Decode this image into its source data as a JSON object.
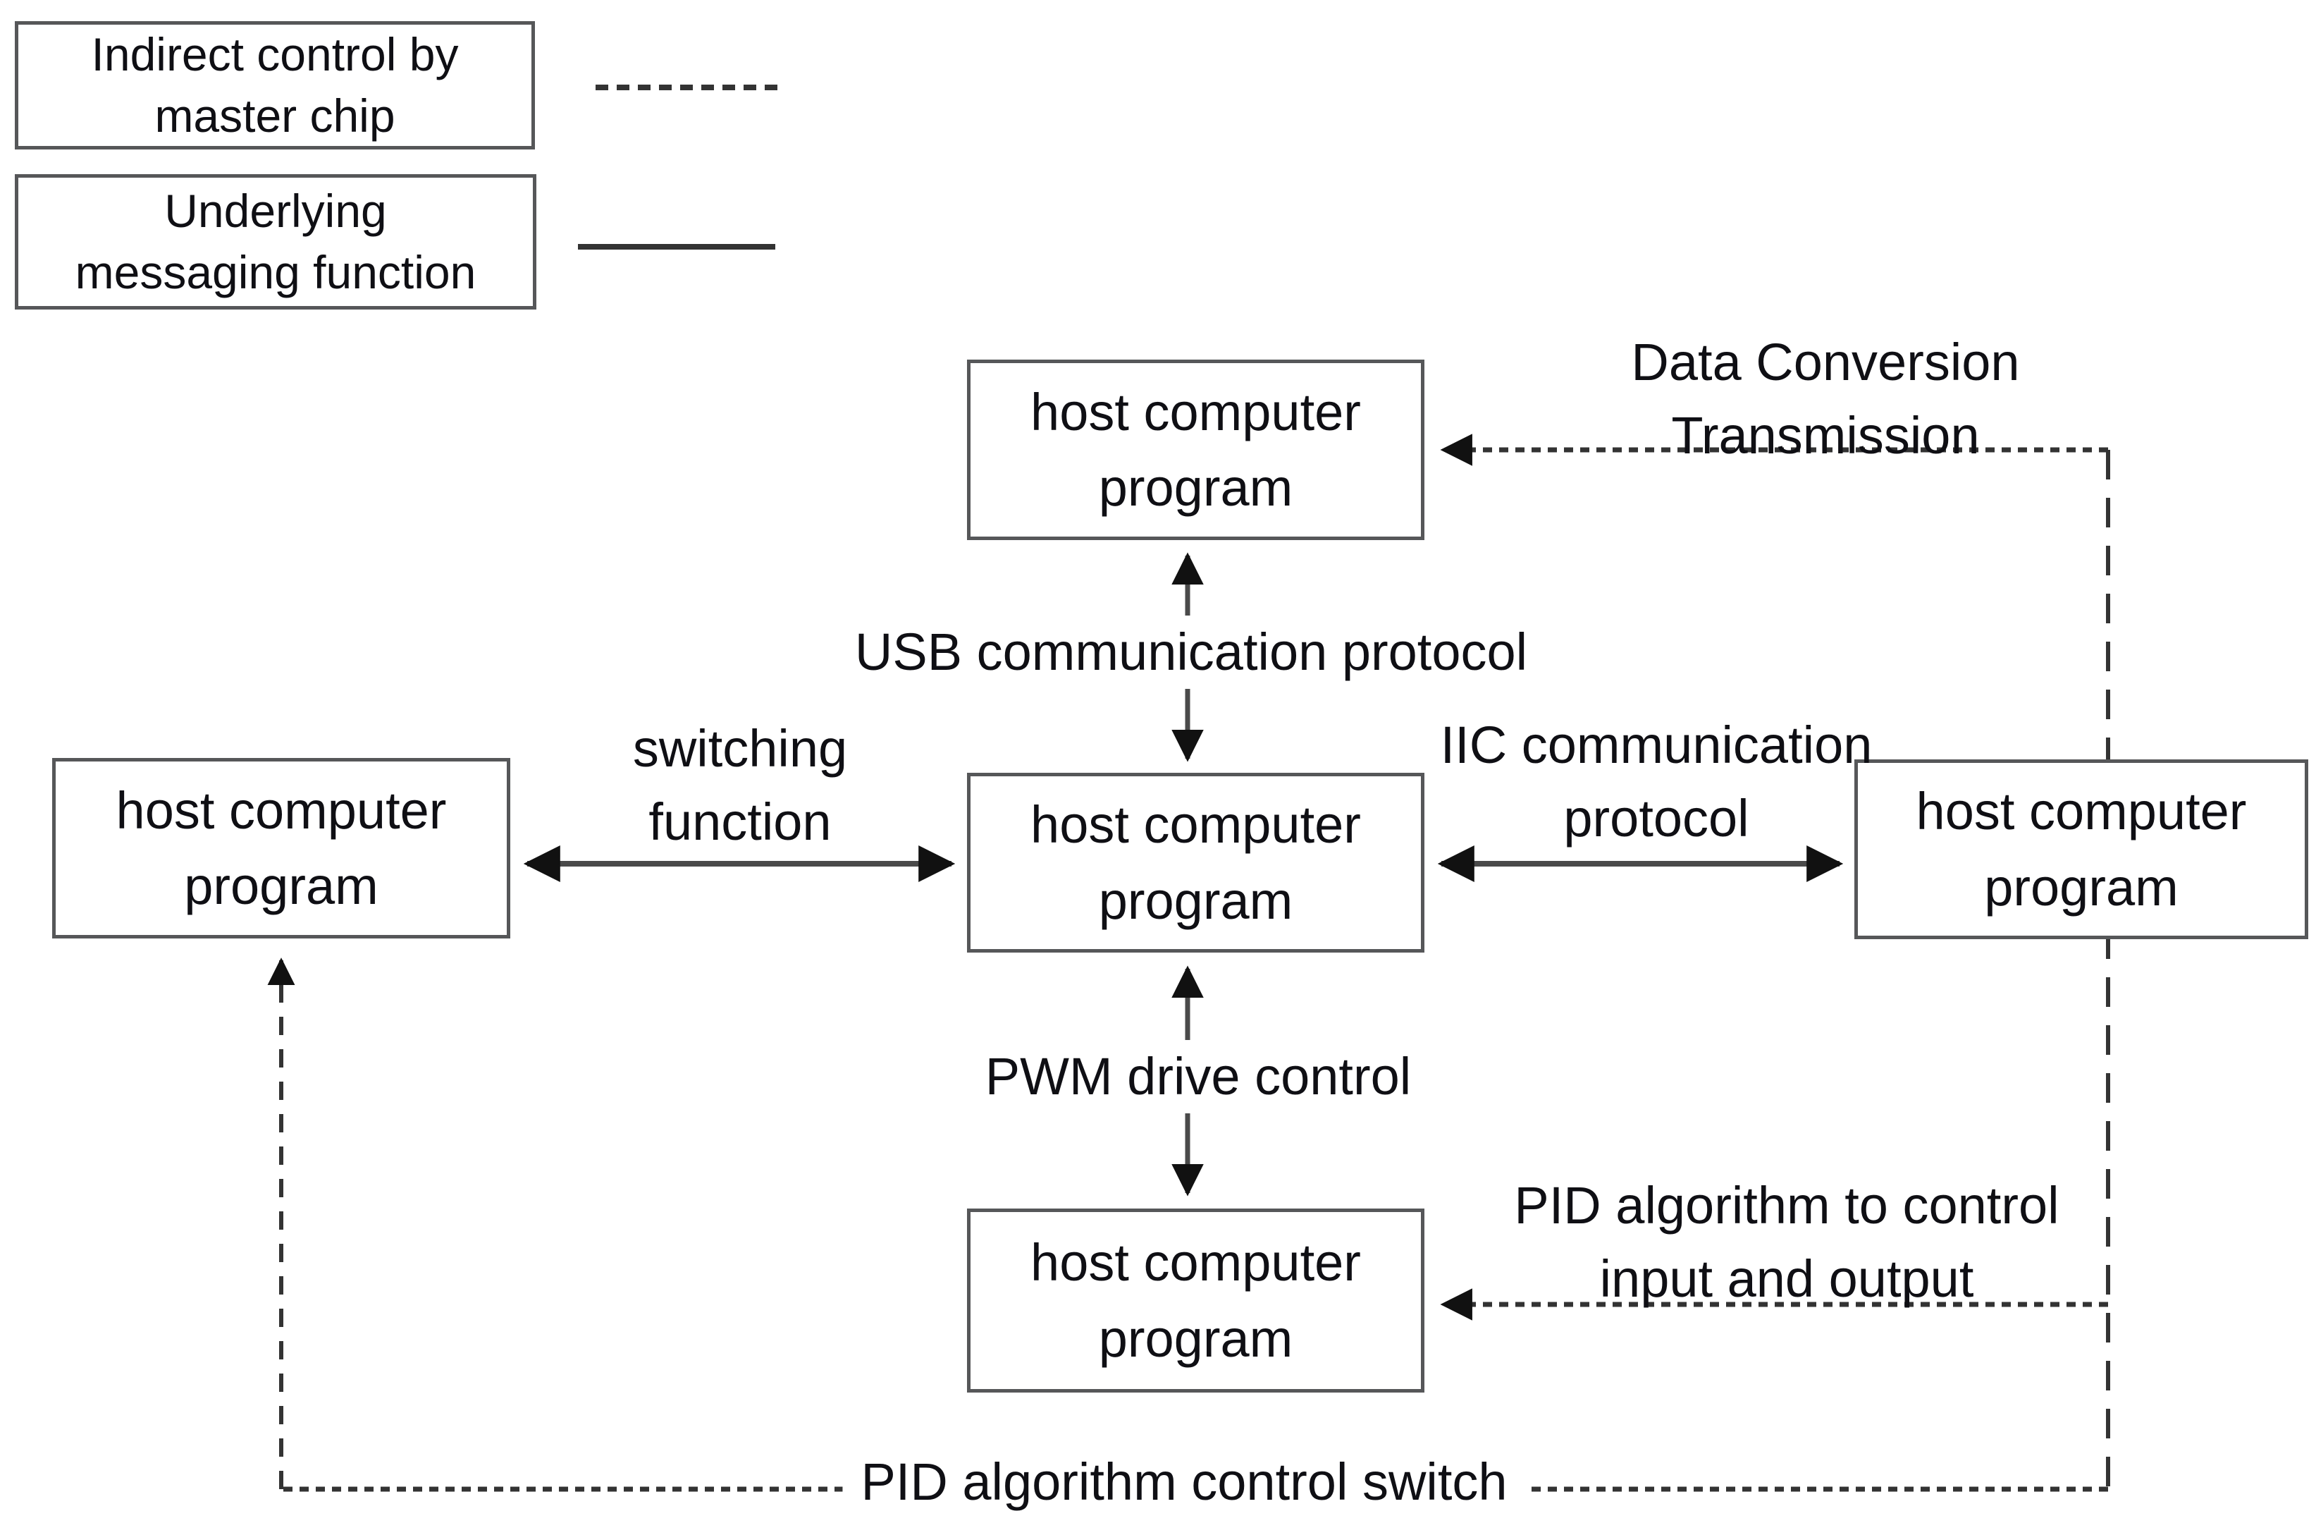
{
  "legend": {
    "items": [
      {
        "lines": [
          "Indirect control by",
          "master chip"
        ],
        "line_style": "dashed"
      },
      {
        "lines": [
          "Underlying",
          "messaging function"
        ],
        "line_style": "solid"
      }
    ]
  },
  "nodes": {
    "top": {
      "lines": [
        "host computer",
        "program"
      ]
    },
    "left": {
      "lines": [
        "host computer",
        "program"
      ]
    },
    "center": {
      "lines": [
        "host computer",
        "program"
      ]
    },
    "right": {
      "lines": [
        "host computer",
        "program"
      ]
    },
    "bottom": {
      "lines": [
        "host computer",
        "program"
      ]
    }
  },
  "labels": {
    "data_conversion": {
      "lines": [
        "Data Conversion",
        "Transmission"
      ]
    },
    "usb": {
      "text": "USB communication protocol"
    },
    "switching": {
      "lines": [
        "switching",
        "function"
      ]
    },
    "iic": {
      "lines": [
        "IIC communication",
        "protocol"
      ]
    },
    "pwm": {
      "text": "PWM drive control"
    },
    "pid_io": {
      "lines": [
        "PID algorithm to control",
        "input and output"
      ]
    },
    "pid_switch": {
      "text": "PID algorithm control switch"
    }
  },
  "colors": {
    "background": "#ffffff",
    "box_border": "#565759",
    "text": "#0f0f14",
    "solid_line": "#4a4a4a",
    "dashed_line": "#333333",
    "arrowhead": "#111111"
  }
}
